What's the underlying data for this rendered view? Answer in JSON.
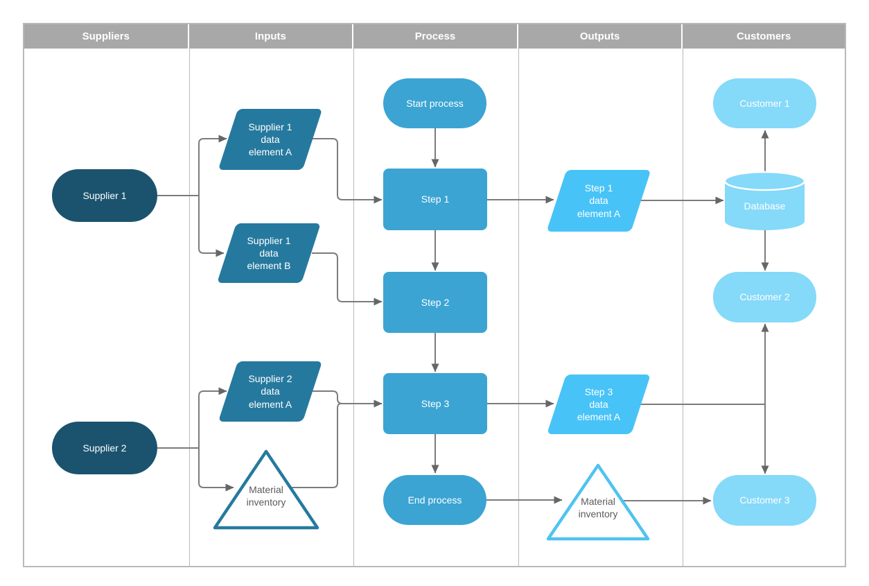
{
  "header": {
    "columns": [
      "Suppliers",
      "Inputs",
      "Process",
      "Outputs",
      "Customers"
    ]
  },
  "shapes": {
    "supplier1": "Supplier 1",
    "supplier2": "Supplier 2",
    "input_a": "Supplier 1\ndata\nelement A",
    "input_b": "Supplier 1\ndata\nelement B",
    "input_c": "Supplier 2\ndata\nelement A",
    "input_triangle": "Material\ninventory",
    "start": "Start process",
    "step1": "Step 1",
    "step2": "Step 2",
    "step3": "Step 3",
    "end": "End process",
    "output_a": "Step 1\ndata\nelement A",
    "output_b": "Step 3\ndata\nelement A",
    "output_triangle": "Material\ninventory",
    "customer1": "Customer 1",
    "database": "Database",
    "customer2": "Customer 2",
    "customer3": "Customer 3"
  },
  "colors": {
    "header_bg": "#a8a8a8",
    "header_text": "#ffffff",
    "table_border": "#b9b9b9",
    "supplier_fill": "#1b536e",
    "input_fill": "#26799e",
    "process_fill": "#3ba4d3",
    "output_fill": "#48c3f7",
    "output_triangle_stroke": "#4fc3f0",
    "customer_fill": "#85d9f9",
    "connector": "#7b7b7b",
    "arrowhead": "#666666",
    "triangle_text": "#5b5b5b"
  }
}
